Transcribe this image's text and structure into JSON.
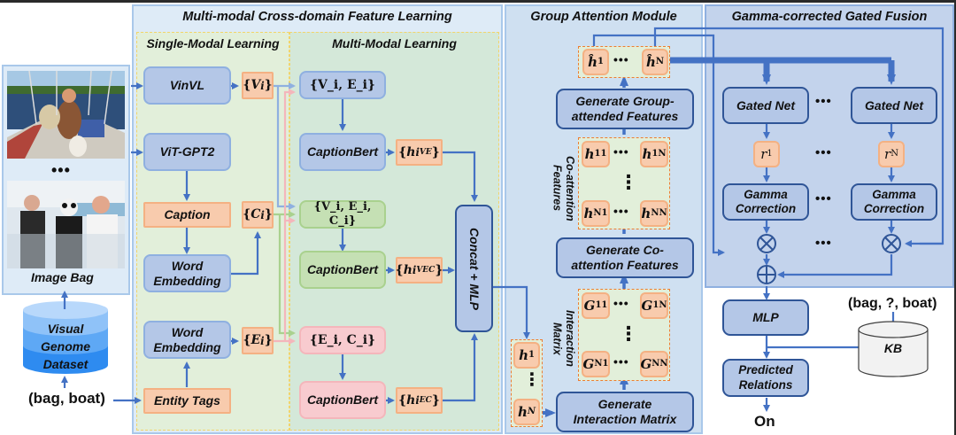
{
  "panels": {
    "feature_learning": {
      "title": "Multi-modal Cross-domain Feature Learning"
    },
    "single_modal": {
      "title": "Single-Modal Learning"
    },
    "multi_modal": {
      "title": "Multi-Modal Learning"
    },
    "group_attention": {
      "title": "Group Attention Module"
    },
    "gated_fusion": {
      "title": "Gamma-corrected Gated Fusion"
    }
  },
  "input": {
    "image_bag_label": "Image Bag",
    "image_dots": "•••",
    "dataset_lines": [
      "Visual",
      "Genome",
      "Dataset"
    ],
    "query_pair": "(bag, boat)"
  },
  "single_modal": {
    "vinvl": "VinVL",
    "vit_gpt2": "ViT-GPT2",
    "caption": "Caption",
    "word_embedding_1": [
      "Word",
      "Embedding"
    ],
    "word_embedding_2": [
      "Word",
      "Embedding"
    ],
    "entity_tags": "Entity Tags",
    "vi": {
      "base": "V",
      "sub": "i"
    },
    "ci": {
      "base": "C",
      "sub": "i"
    },
    "ei": {
      "base": "E",
      "sub": "i"
    }
  },
  "multi_modal": {
    "ve_input": "{V_i, E_i}",
    "vec_input": "{V_i, E_i, C_i}",
    "ec_input": "{E_i, C_i}",
    "captionbert_1": "CaptionBert",
    "captionbert_2": "CaptionBert",
    "captionbert_3": "CaptionBert",
    "h_ve": {
      "base": "h",
      "sub": "i",
      "sup": "VE"
    },
    "h_vec": {
      "base": "h",
      "sub": "i",
      "sup": "VEC"
    },
    "h_ec": {
      "base": "h",
      "sub": "i",
      "sup": "EC"
    },
    "concat_mlp": "Concat + MLP"
  },
  "group_attention": {
    "h_hat_1": {
      "base": "ĥ",
      "sub": "1"
    },
    "h_hat_n": {
      "base": "ĥ",
      "sub": "N"
    },
    "gen_group_attended": [
      "Generate Group-",
      "attended Features"
    ],
    "co_attention_label": [
      "Co-attention",
      "Features"
    ],
    "co_cells": [
      {
        "base": "h",
        "sub": "11"
      },
      {
        "base": "h",
        "sub": "1N"
      },
      {
        "base": "h",
        "sub": "N1"
      },
      {
        "base": "h",
        "sub": "NN"
      }
    ],
    "gen_co_attention": [
      "Generate Co-",
      "attention Features"
    ],
    "interaction_label": [
      "Interaction",
      "Matrix"
    ],
    "g_cells": [
      {
        "base": "G",
        "sub": "11"
      },
      {
        "base": "G",
        "sub": "1N"
      },
      {
        "base": "G",
        "sub": "N1"
      },
      {
        "base": "G",
        "sub": "NN"
      }
    ],
    "h_in_1": {
      "base": "h",
      "sub": "1"
    },
    "h_in_n": {
      "base": "h",
      "sub": "N"
    },
    "gen_interaction": [
      "Generate",
      "Interaction Matrix"
    ],
    "dots_h": "•••",
    "dots_v": "⋮"
  },
  "gated_fusion": {
    "gated_net_1": "Gated Net",
    "gated_net_n": "Gated Net",
    "r_1": {
      "base": "r",
      "sub": "1"
    },
    "r_n": {
      "base": "r",
      "sub": "N"
    },
    "gamma_1": [
      "Gamma",
      "Correction"
    ],
    "gamma_n": [
      "Gamma",
      "Correction"
    ],
    "mul_symbol": "⊗",
    "add_symbol": "⊕",
    "dots": "•••"
  },
  "output": {
    "mlp": "MLP",
    "predicted": [
      "Predicted",
      "Relations"
    ],
    "kb": "KB",
    "kb_query": "(bag, ?, boat)",
    "result": "On"
  },
  "colors": {
    "arrow_blue": "#4472c4",
    "arrow_light_blue": "#8fb0e0",
    "arrow_green": "#a9d18e",
    "arrow_pink": "#f4b6bb",
    "box_blue": "#b4c7e7",
    "box_orange": "#f8cbad",
    "box_green": "#c5e0b4",
    "box_pink": "#f8cbcf",
    "panel_bg": "#dde9f5"
  }
}
